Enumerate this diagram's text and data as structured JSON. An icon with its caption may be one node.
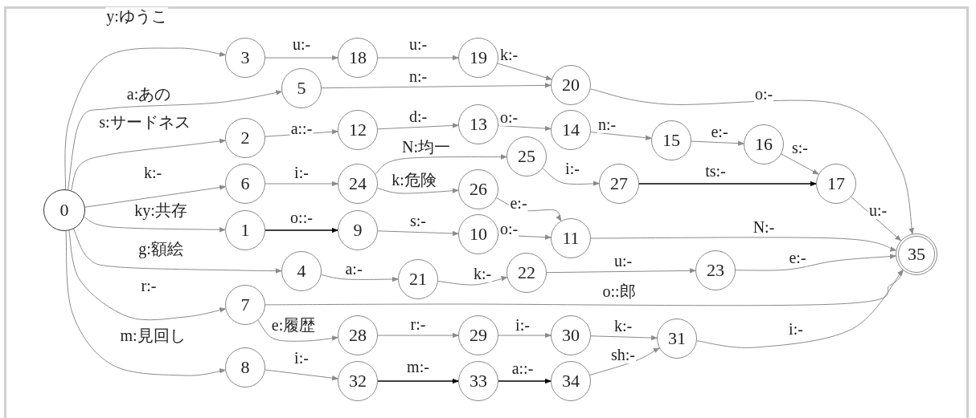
{
  "diagram": {
    "nodes": [
      {
        "text": [
          "0"
        ]
      },
      {
        "text": [
          "1"
        ]
      },
      {
        "text": [
          "2"
        ]
      },
      {
        "text": [
          "3"
        ]
      },
      {
        "text": [
          "4"
        ]
      },
      {
        "text": [
          "5"
        ]
      },
      {
        "text": [
          "6"
        ]
      },
      {
        "text": [
          "7"
        ]
      },
      {
        "text": [
          "8"
        ]
      },
      {
        "text": [
          "9"
        ]
      },
      {
        "text": [
          "10"
        ]
      },
      {
        "text": [
          "11"
        ]
      },
      {
        "text": [
          "12"
        ]
      },
      {
        "text": [
          "13"
        ]
      },
      {
        "text": [
          "14"
        ]
      },
      {
        "text": [
          "15"
        ]
      },
      {
        "text": [
          "16"
        ]
      },
      {
        "text": [
          "17"
        ]
      },
      {
        "text": [
          "18"
        ]
      },
      {
        "text": [
          "19"
        ]
      },
      {
        "text": [
          "20"
        ]
      },
      {
        "text": [
          "21"
        ]
      },
      {
        "text": [
          "22"
        ]
      },
      {
        "text": [
          "23"
        ]
      },
      {
        "text": [
          "24"
        ]
      },
      {
        "text": [
          "25"
        ]
      },
      {
        "text": [
          "26"
        ]
      },
      {
        "text": [
          "27"
        ]
      },
      {
        "text": [
          "28"
        ]
      },
      {
        "text": [
          "29"
        ]
      },
      {
        "text": [
          "30"
        ]
      },
      {
        "text": [
          "31"
        ]
      },
      {
        "text": [
          "32"
        ]
      },
      {
        "text": [
          "33"
        ]
      },
      {
        "text": [
          "34"
        ]
      },
      {
        "text": [
          "35"
        ]
      }
    ],
    "edges": [
      {
        "from": 0,
        "to": 3,
        "arrow": "to",
        "label": "y:ゆうこ"
      },
      {
        "from": 0,
        "to": 5,
        "arrow": "to",
        "label": "a:あの"
      },
      {
        "from": 0,
        "to": 2,
        "arrow": "to",
        "label": "s:サードネス"
      },
      {
        "from": 0,
        "to": 6,
        "arrow": "to",
        "label": "k:-"
      },
      {
        "from": 0,
        "to": 1,
        "arrow": "to",
        "label": "ky:共存"
      },
      {
        "from": 0,
        "to": 4,
        "arrow": "to",
        "label": "g:額絵"
      },
      {
        "from": 0,
        "to": 7,
        "arrow": "to",
        "label": "r:-"
      },
      {
        "from": 0,
        "to": 8,
        "arrow": "to",
        "label": "m:見回し"
      },
      {
        "from": 3,
        "to": 18,
        "arrow": "to",
        "label": "u:-"
      },
      {
        "from": 18,
        "to": 19,
        "arrow": "to",
        "label": "u:-"
      },
      {
        "from": 19,
        "to": 20,
        "arrow": "to",
        "label": "k:-"
      },
      {
        "from": 5,
        "to": 20,
        "arrow": "to",
        "label": "n:-"
      },
      {
        "from": 20,
        "to": 35,
        "arrow": "to",
        "label": "o:-"
      },
      {
        "from": 2,
        "to": 12,
        "arrow": "to",
        "label": "a::-"
      },
      {
        "from": 12,
        "to": 13,
        "arrow": "to",
        "label": "d:-"
      },
      {
        "from": 13,
        "to": 14,
        "arrow": "to",
        "label": "o:-"
      },
      {
        "from": 14,
        "to": 15,
        "arrow": "to",
        "label": "n:-"
      },
      {
        "from": 15,
        "to": 16,
        "arrow": "to",
        "label": "e:-"
      },
      {
        "from": 16,
        "to": 17,
        "arrow": "to",
        "label": "s:-"
      },
      {
        "from": 17,
        "to": 35,
        "arrow": "to",
        "label": "u:-"
      },
      {
        "from": 6,
        "to": 24,
        "arrow": "to",
        "label": "i:-"
      },
      {
        "from": 24,
        "to": 25,
        "arrow": "to",
        "label": "N:均一"
      },
      {
        "from": 24,
        "to": 26,
        "arrow": "to",
        "label": "k:危険"
      },
      {
        "from": 25,
        "to": 27,
        "arrow": "to",
        "label": "i:-"
      },
      {
        "from": 27,
        "to": 17,
        "arrow": "to",
        "label": "ts:-",
        "color": "#000000"
      },
      {
        "from": 26,
        "to": 11,
        "arrow": "to",
        "label": "e:-"
      },
      {
        "from": 1,
        "to": 9,
        "arrow": "to",
        "label": "o::-",
        "color": "#000000"
      },
      {
        "from": 9,
        "to": 10,
        "arrow": "to",
        "label": "s:-"
      },
      {
        "from": 10,
        "to": 11,
        "arrow": "to",
        "label": "o:-"
      },
      {
        "from": 11,
        "to": 35,
        "arrow": "to",
        "label": "N:-"
      },
      {
        "from": 4,
        "to": 21,
        "arrow": "to",
        "label": "a:-"
      },
      {
        "from": 21,
        "to": 22,
        "arrow": "to",
        "label": "k:-"
      },
      {
        "from": 22,
        "to": 23,
        "arrow": "to",
        "label": "u:-"
      },
      {
        "from": 23,
        "to": 35,
        "arrow": "to",
        "label": "e:-"
      },
      {
        "from": 7,
        "to": 35,
        "arrow": "to",
        "label": "o::郎"
      },
      {
        "from": 7,
        "to": 28,
        "arrow": "to",
        "label": "e:履歴"
      },
      {
        "from": 28,
        "to": 29,
        "arrow": "to",
        "label": "r:-"
      },
      {
        "from": 29,
        "to": 30,
        "arrow": "to",
        "label": "i:-"
      },
      {
        "from": 30,
        "to": 31,
        "arrow": "to",
        "label": "k:-"
      },
      {
        "from": 31,
        "to": 35,
        "arrow": "to",
        "label": "i:-"
      },
      {
        "from": 8,
        "to": 32,
        "arrow": "to",
        "label": "i:-"
      },
      {
        "from": 32,
        "to": 33,
        "arrow": "to",
        "label": "m:-",
        "color": "#000000"
      },
      {
        "from": 33,
        "to": 34,
        "arrow": "to",
        "label": "a::-",
        "color": "#000000"
      },
      {
        "from": 34,
        "to": 31,
        "arrow": "to",
        "label": "sh:-"
      }
    ]
  }
}
